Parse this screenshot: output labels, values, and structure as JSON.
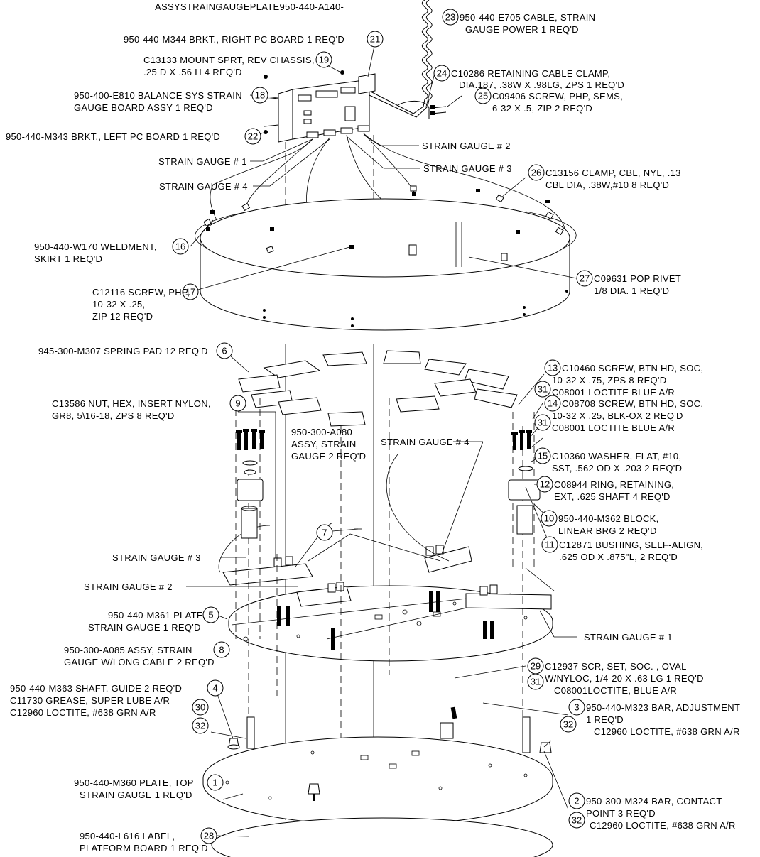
{
  "top_caption": "ASSYSTRAINGAUGEPLATE950-440-A140-",
  "callouts": [
    {
      "id": "23",
      "line1": "950-440-E705 CABLE, STRAIN",
      "line2": "GAUGE POWER 1 REQ'D"
    },
    {
      "id": "21",
      "line1": "950-440-M344 BRKT., RIGHT PC BOARD 1 REQ'D"
    },
    {
      "id": "24",
      "line1": "C10286 RETAINING CABLE CLAMP,",
      "line2": "DIA.187, .38W X .98LG, ZPS 1 REQ'D"
    },
    {
      "id": "19",
      "line1": "C13133 MOUNT SPRT, REV CHASSIS,",
      "line2": ".25 D X .56 H 4 REQ'D"
    },
    {
      "id": "18",
      "line1": "950-400-E810 BALANCE SYS STRAIN",
      "line2": "GAUGE BOARD ASSY 1 REQ'D"
    },
    {
      "id": "25",
      "line1": "C09406 SCREW, PHP, SEMS,",
      "line2": "6-32 X .5, ZIP 2 REQ'D"
    },
    {
      "id": "22",
      "line1": "950-440-M343 BRKT., LEFT PC BOARD 1 REQ'D"
    },
    {
      "id": "26",
      "line1": "C13156 CLAMP, CBL, NYL, .13",
      "line2": "CBL DIA, .38W,#10 8 REQ'D"
    },
    {
      "id": "16",
      "line1": "950-440-W170 WELDMENT,",
      "line2": "SKIRT 1 REQ'D"
    },
    {
      "id": "27",
      "line1": "C09631 POP RIVET",
      "line2": "1/8 DIA. 1 REQ'D"
    },
    {
      "id": "17",
      "line1": "C12116 SCREW, PHP,",
      "line2": "10-32 X .25,",
      "line3": "ZIP 12 REQ'D"
    },
    {
      "id": "6",
      "line1": "945-300-M307 SPRING PAD 12 REQ'D"
    },
    {
      "id": "13",
      "line1": "C10460 SCREW, BTN HD, SOC,",
      "line2": "10-32 X .75, ZPS 8 REQ'D"
    },
    {
      "id": "31",
      "line1": "C08001 LOCTITE BLUE A/R"
    },
    {
      "id": "14",
      "line1": "C08708 SCREW, BTN HD, SOC,",
      "line2": "10-32 X .25, BLK-OX 2 REQ'D"
    },
    {
      "id": "31b",
      "line1": "C08001 LOCTITE BLUE A/R"
    },
    {
      "id": "9",
      "line1": "C13586 NUT, HEX, INSERT NYLON,",
      "line2": "GR8, 5\\16-18, ZPS 8 REQ'D"
    },
    {
      "id": "15",
      "line1": "C10360 WASHER, FLAT, #10,",
      "line2": "SST, .562 OD X .203 2 REQ'D"
    },
    {
      "id": "12",
      "line1": "C08944 RING, RETAINING,",
      "line2": "EXT, .625 SHAFT 4 REQ'D"
    },
    {
      "id": "10",
      "line1": "950-440-M362 BLOCK,",
      "line2": "LINEAR BRG 2 REQ'D"
    },
    {
      "id": "11",
      "line1": "C12871 BUSHING, SELF-ALIGN,",
      "line2": ".625 OD X .875\"L, 2 REQ'D"
    },
    {
      "id": "5",
      "line1": "950-440-M361 PLATE,",
      "line2": "STRAIN GAUGE 1 REQ'D"
    },
    {
      "id": "8",
      "line1": "950-300-A085 ASSY, STRAIN",
      "line2": "GAUGE W/LONG CABLE 2 REQ'D"
    },
    {
      "id": "29",
      "line1": "C12937 SCR, SET, SOC. , OVAL"
    },
    {
      "id": "31c",
      "line1": "W/NYLOC, 1/4-20 X .63 LG 1 REQ'D",
      "line2": "C08001LOCTITE, BLUE A/R"
    },
    {
      "id": "4",
      "line1": "950-440-M363 SHAFT, GUIDE 2 REQ'D"
    },
    {
      "id": "30",
      "line1": "C11730 GREASE, SUPER LUBE A/R"
    },
    {
      "id": "32",
      "line1": "C12960 LOCTITE, #638 GRN A/R"
    },
    {
      "id": "3",
      "line1": "950-440-M323 BAR, ADJUSTMENT",
      "line2": "1 REQ'D"
    },
    {
      "id": "32b",
      "line1": "C12960 LOCTITE, #638 GRN A/R"
    },
    {
      "id": "1",
      "line1": "950-440-M360 PLATE, TOP",
      "line2": "STRAIN GAUGE 1 REQ'D"
    },
    {
      "id": "2",
      "line1": "950-300-M324 BAR, CONTACT",
      "line2": "POINT 3 REQ'D"
    },
    {
      "id": "32c",
      "line1": "C12960 LOCTITE, #638 GRN A/R"
    },
    {
      "id": "28",
      "line1": "950-440-L616 LABEL,",
      "line2": "PLATFORM BOARD 1 REQ'D"
    },
    {
      "id": "7",
      "line1": "950-300-A080",
      "line2": "ASSY, STRAIN",
      "line3": "GAUGE 2 REQ'D"
    }
  ],
  "bubbles": {
    "b23": "23",
    "b21": "21",
    "b24": "24",
    "b19": "19",
    "b18": "18",
    "b25": "25",
    "b22": "22",
    "b26": "26",
    "b16": "16",
    "b27": "27",
    "b17": "17",
    "b6": "6",
    "b13": "13",
    "b31a": "31",
    "b14": "14",
    "b31b": "31",
    "b9": "9",
    "b15": "15",
    "b12": "12",
    "b10": "10",
    "b7": "7",
    "b11": "11",
    "b5": "5",
    "b8": "8",
    "b29": "29",
    "b31c": "31",
    "b4": "4",
    "b30": "30",
    "b32a": "32",
    "b3": "3",
    "b32b": "32",
    "b1": "1",
    "b2": "2",
    "b32c": "32",
    "b28": "28"
  },
  "strain_gauges": {
    "sg2_top": "STRAIN GAUGE # 2",
    "sg3_top": "STRAIN GAUGE # 3",
    "sg1_top": "STRAIN GAUGE # 1",
    "sg4_top": "STRAIN GAUGE # 4",
    "sg4_mid": "STRAIN GAUGE # 4",
    "sg3_low": "STRAIN GAUGE # 3",
    "sg2_low": "STRAIN GAUGE # 2",
    "sg1_low": "STRAIN GAUGE # 1"
  }
}
